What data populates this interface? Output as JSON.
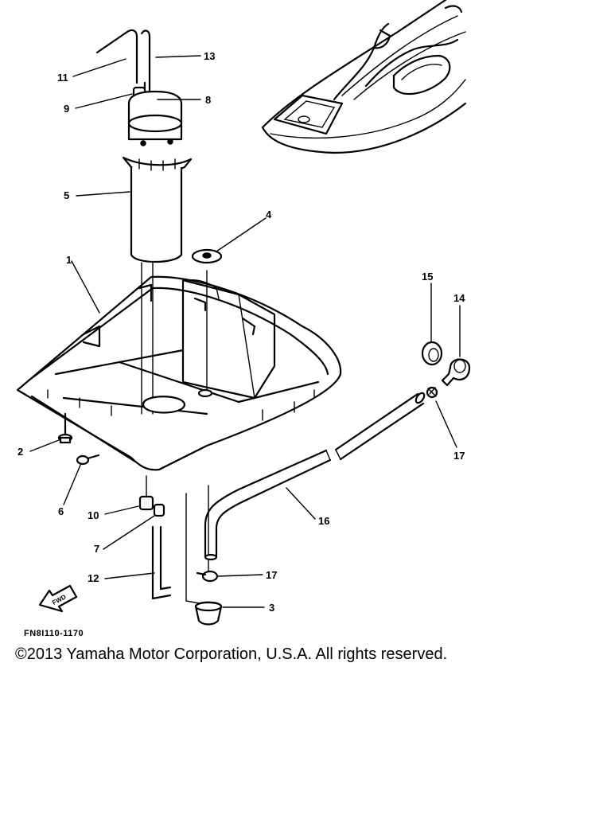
{
  "diagram": {
    "figure_code": "FN8I110-1170",
    "forward_label": "FWD",
    "copyright": "©2013 Yamaha Motor Corporation, U.S.A. All rights reserved.",
    "callouts": {
      "c1": "1",
      "c2": "2",
      "c3": "3",
      "c4": "4",
      "c5": "5",
      "c6": "6",
      "c7": "7",
      "c8": "8",
      "c9": "9",
      "c10": "10",
      "c11": "11",
      "c12": "12",
      "c13": "13",
      "c14": "14",
      "c15": "15",
      "c16": "16",
      "c17a": "17",
      "c17b": "17"
    }
  }
}
